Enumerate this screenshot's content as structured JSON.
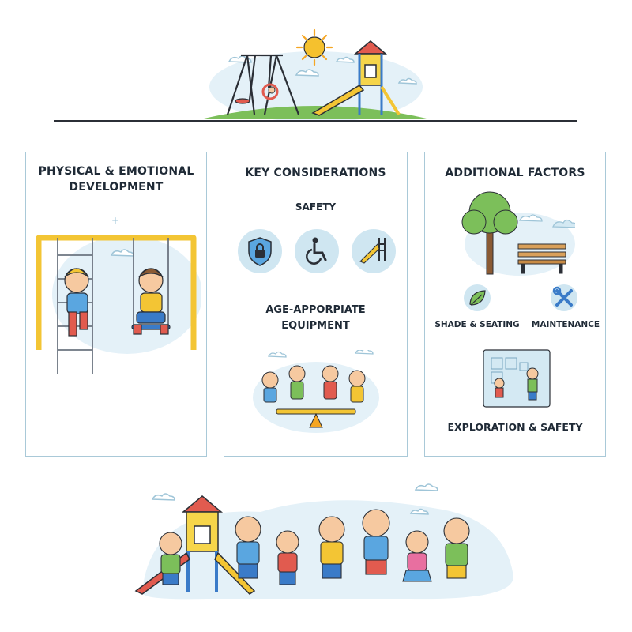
{
  "panels": {
    "physical": {
      "title": "PHYSICAL & EMOTIONAL DEVELOPMENT"
    },
    "key": {
      "title": "KEY CONSIDERATIONS",
      "safety_label": "SAFETY",
      "equipment_label": "AGE-APPORPIATE EQUIPMENT",
      "icons": [
        "shield-lock-icon",
        "wheelchair-icon",
        "slide-icon"
      ]
    },
    "additional": {
      "title": "ADDITIONAL FACTORS",
      "shade_label": "SHADE & SEATING",
      "maintenance_label": "MAINTENANCE",
      "exploration_label": "EXPLORATION & SAFETY",
      "icons": [
        "leaf-icon",
        "tools-icon"
      ]
    }
  },
  "colors": {
    "panel_border": "#a9c9d8",
    "icon_circle": "#cfe6f1",
    "accent_yellow": "#f3c534",
    "grass": "#7cbf5a",
    "sky_blob": "#e4f1f8"
  }
}
